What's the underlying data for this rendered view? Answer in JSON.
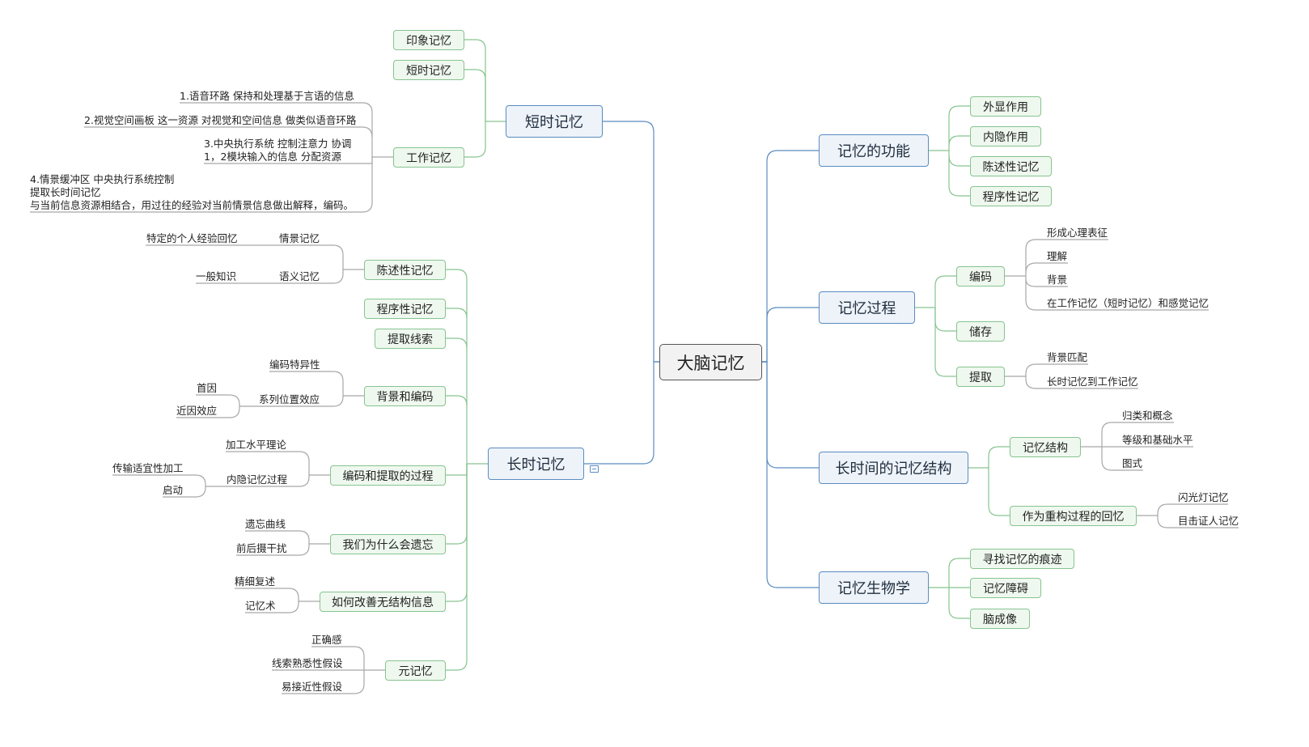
{
  "root": "大脑记忆",
  "left": {
    "short_term": {
      "title": "短时记忆",
      "children": [
        "印象记忆",
        "短时记忆",
        "工作记忆"
      ],
      "working_memory_notes": [
        "1.语音环路 保持和处理基于言语的信息",
        "2.视觉空间画板 这一资源 对视觉和空间信息 做类似语音环路",
        [
          "3.中央执行系统 控制注意力 协调",
          "1，2模块输入的信息 分配资源"
        ],
        [
          "4.情景缓冲区 中央执行系统控制",
          "提取长时间记忆",
          "与当前信息资源相结合，用过往的经验对当前情景信息做出解释，编码。"
        ]
      ]
    },
    "long_term": {
      "title": "长时记忆",
      "children": [
        {
          "label": "陈述性记忆",
          "leaves": [
            [
              "情景记忆",
              "特定的个人经验回忆"
            ],
            [
              "语义记忆",
              "一般知识"
            ]
          ]
        },
        {
          "label": "程序性记忆"
        },
        {
          "label": "提取线索"
        },
        {
          "label": "背景和编码",
          "leaves": [
            [
              "编码特异性"
            ],
            [
              "系列位置效应",
              "首因",
              "近因效应"
            ]
          ]
        },
        {
          "label": "编码和提取的过程",
          "leaves": [
            [
              "加工水平理论"
            ],
            [
              "内隐记忆过程",
              "传输适宜性加工",
              "启动"
            ]
          ]
        },
        {
          "label": "我们为什么会遗忘",
          "leaves": [
            [
              "遗忘曲线"
            ],
            [
              "前后摄干扰"
            ]
          ]
        },
        {
          "label": "如何改善无结构信息",
          "leaves": [
            [
              "精细复述"
            ],
            [
              "记忆术"
            ]
          ]
        },
        {
          "label": "元记忆",
          "leaves": [
            [
              "正确感"
            ],
            [
              "线索熟悉性假设"
            ],
            [
              "易接近性假设"
            ]
          ]
        }
      ]
    }
  },
  "right": {
    "function": {
      "title": "记忆的功能",
      "children": [
        "外显作用",
        "内隐作用",
        "陈述性记忆",
        "程序性记忆"
      ]
    },
    "process": {
      "title": "记忆过程",
      "children": [
        {
          "label": "编码",
          "leaves": [
            "形成心理表征",
            "理解",
            "背景",
            "在工作记忆（短时记忆）和感觉记忆"
          ]
        },
        {
          "label": "储存"
        },
        {
          "label": "提取",
          "leaves": [
            "背景匹配",
            "长时记忆到工作记忆"
          ]
        }
      ]
    },
    "structure": {
      "title": "长时间的记忆结构",
      "children": [
        {
          "label": "记忆结构",
          "leaves": [
            "归类和概念",
            "等级和基础水平",
            "图式"
          ]
        },
        {
          "label": "作为重构过程的回忆",
          "leaves": [
            "闪光灯记忆",
            "目击证人记忆"
          ]
        }
      ]
    },
    "biology": {
      "title": "记忆生物学",
      "children": [
        "寻找记忆的痕迹",
        "记忆障碍",
        "脑成像"
      ]
    }
  },
  "colors": {
    "main_line": "#5b8cc0",
    "sub_line": "#86c48f",
    "leaf_line": "#999999"
  }
}
